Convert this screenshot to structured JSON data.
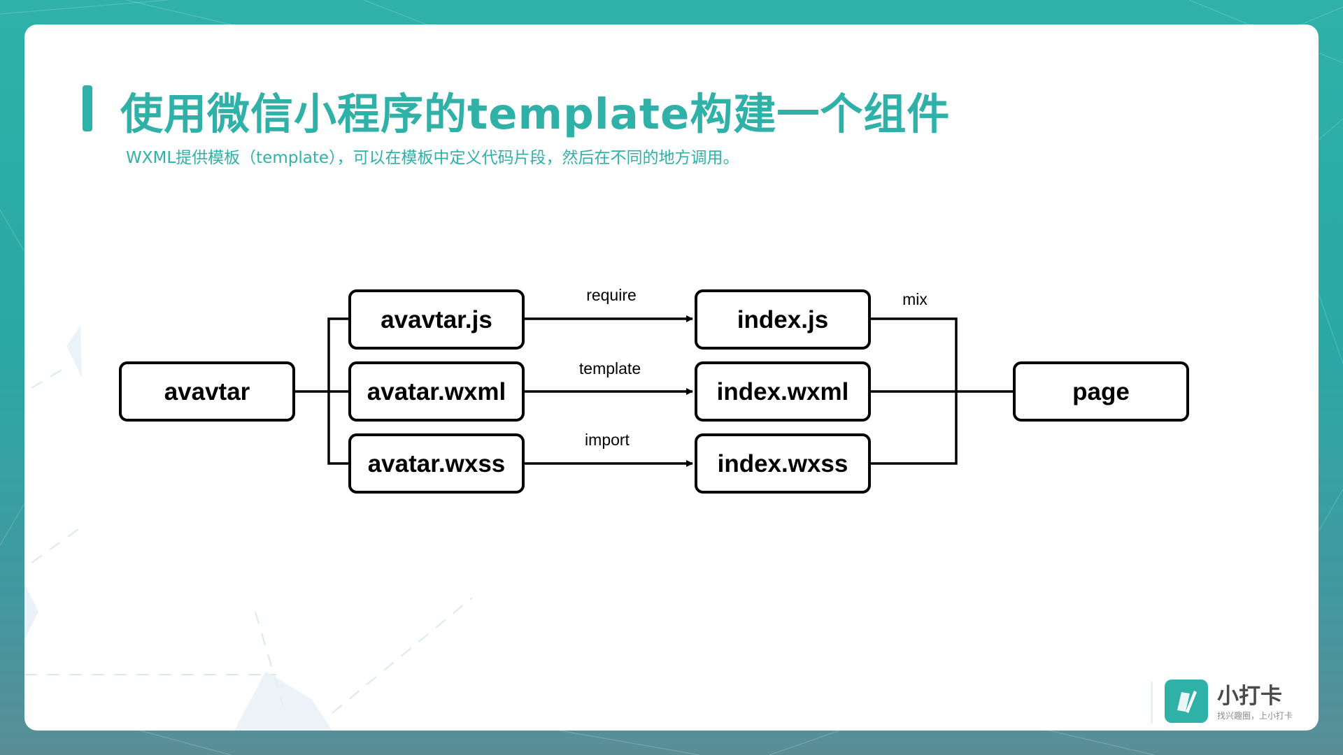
{
  "slide": {
    "title": "使用微信小程序的template构建一个组件",
    "subtitle": "WXML提供模板（template），可以在模板中定义代码片段，然后在不同的地方调用。"
  },
  "diagram": {
    "nodes": {
      "source": "avavtar",
      "comp_js": "avavtar.js",
      "comp_wxml": "avatar.wxml",
      "comp_wxss": "avatar.wxss",
      "index_js": "index.js",
      "index_wxml": "index.wxml",
      "index_wxss": "index.wxss",
      "target": "page"
    },
    "edges": {
      "require": "require",
      "template": "template",
      "import": "import",
      "mix": "mix"
    }
  },
  "brand": {
    "name": "小打卡",
    "tagline": "找兴趣圈，上小打卡",
    "logo_icon": "card-pen-icon",
    "color": "#2fb1a8"
  }
}
